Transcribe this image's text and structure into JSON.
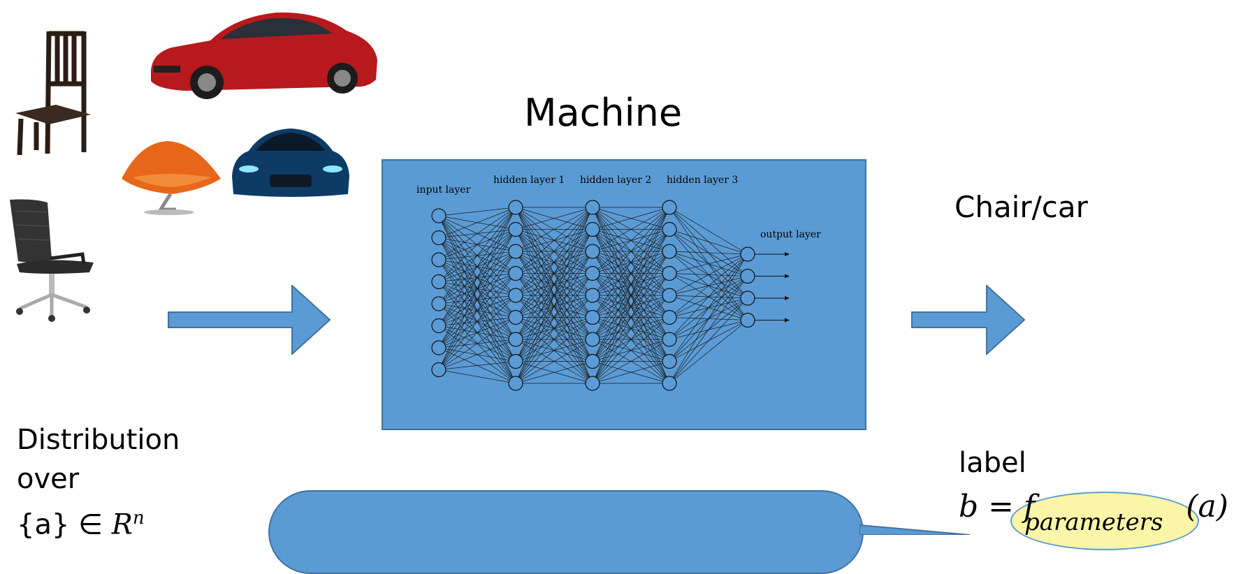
{
  "title": "Machine",
  "network": {
    "labels": {
      "input": "input layer",
      "hidden1": "hidden layer 1",
      "hidden2": "hidden layer 2",
      "hidden3": "hidden layer 3",
      "output": "output layer"
    },
    "layer_sizes": [
      8,
      9,
      9,
      9,
      4
    ]
  },
  "output_text": "Chair/car",
  "input_text": {
    "line1": "Distribution",
    "line2": "over",
    "line3_prefix": "{a} ∈ ",
    "line3_var": "R",
    "line3_sup": "n"
  },
  "label_text": "label",
  "formula": {
    "lhs": "b = f",
    "subscript": "parameters",
    "rhs": "(a)"
  },
  "colors": {
    "accent_blue": "#5b9bd5",
    "accent_border": "#41719c",
    "highlight_yellow": "#fbf6a7"
  },
  "icons": [
    "wooden-chair",
    "red-car",
    "orange-chair",
    "blue-car",
    "office-chair"
  ]
}
